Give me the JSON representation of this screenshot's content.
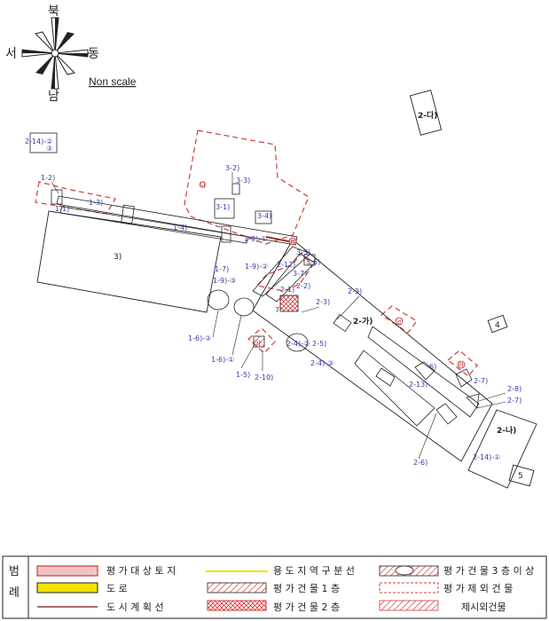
{
  "compass": {
    "north": "북",
    "south": "남",
    "west": "서",
    "east": "동"
  },
  "scale_text": "Non scale",
  "map_labels": {
    "b3": "3)",
    "b2ga": "2-가)",
    "b2na": "2-나)",
    "b2da": "2-다)",
    "b4": "4",
    "b5": "5",
    "l2_14_2": "2-14)-②",
    "l2_14_2b": "③",
    "l1_2": "1-2)",
    "l1_3": "1-3)",
    "l1_4": "1-4)",
    "l1_1": "1-1)",
    "l1_7": "1-7)",
    "l1_9_1": "1-9)-①",
    "l1_9_2": "1-9)-②",
    "l1_9_3": "1-9)-③",
    "l1_6_2": "1-6)-②",
    "l1_6_1": "1-6)-①",
    "l1_5": "1-5)",
    "l2_10": "2-10)",
    "l3_1": "3-1)",
    "l3_2": "3-2)",
    "l3_3": "3-3)",
    "l3_4": "3-4)",
    "l3_5": "3-5)",
    "l3_6": "3-6)",
    "l3_7": "3-7)",
    "l2_1": "2-1)",
    "l2_2": "2-2)",
    "l2_3": "2-3)",
    "l2_4_2": "2-4)-②",
    "l2_4_3": "2-4)-③",
    "l2_5": "2-5)",
    "l2_6": "2-6)",
    "l2_7": "2-7)",
    "l2_8": "2-8)",
    "l2_9": "2-9)",
    "l2_12": "2-12)",
    "l2_13": "2-13)",
    "l2_14_1": "2-14)-①",
    "l7": "7",
    "l6": "6)",
    "c_g": "㉥",
    "c_b": "㉯",
    "c_a": "㉮",
    "c_ra": "㉣",
    "c_da": "㉱"
  },
  "legend": {
    "header": "범 례",
    "items": [
      {
        "label": "평 가 대 상 토 지",
        "type": "target-land"
      },
      {
        "label": "용 도 지 역 구 분 선",
        "type": "zoning-line"
      },
      {
        "label": "평 가 건 물 3 층 이 상",
        "type": "building-3f"
      },
      {
        "label": "도                        로",
        "type": "road"
      },
      {
        "label": "평 가 건 물 1 층",
        "type": "building-1f"
      },
      {
        "label": "평 가 제 외 건 물",
        "type": "excluded-building"
      },
      {
        "label": "도 시 계 획 선",
        "type": "planning-line"
      },
      {
        "label": "평 가 건 물 2 층",
        "type": "building-2f"
      },
      {
        "label": "제시외건물",
        "type": "unlisted-building"
      }
    ]
  },
  "colors": {
    "red": "#d33a3a",
    "yellow": "#f1e200",
    "brown": "#8b3a3a",
    "blue": "#3a3aa8"
  }
}
